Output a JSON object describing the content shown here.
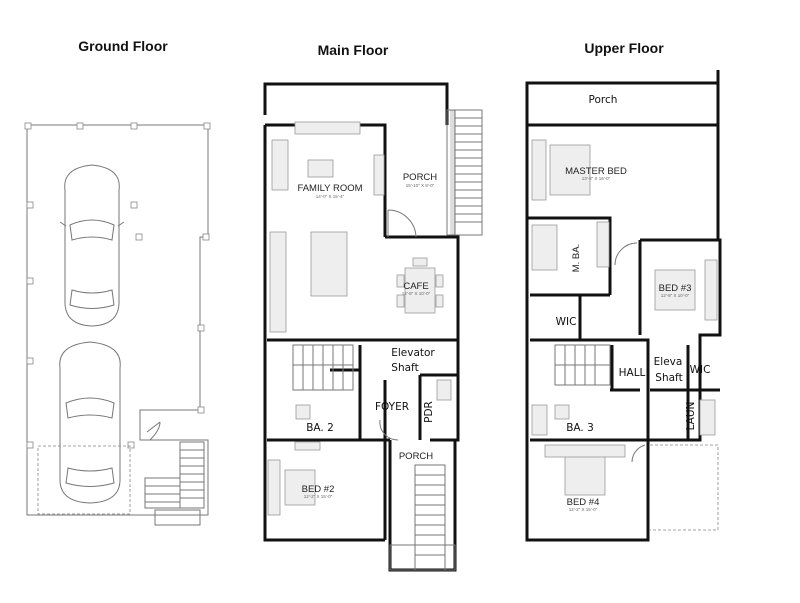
{
  "ground_floor": {
    "title": "Ground Floor"
  },
  "main_floor": {
    "title": "Main Floor",
    "rooms": {
      "family_room": {
        "label": "FAMILY ROOM",
        "dims": "14'-0\" X 15'-4\""
      },
      "porch_top": {
        "label": "PORCH",
        "dims": "15'-10\" X 8'-0\""
      },
      "cafe": {
        "label": "CAFE",
        "dims": "12'-8\" X 10'-0\""
      },
      "elevator": {
        "line1": "Elevator",
        "line2": "Shaft"
      },
      "foyer": {
        "label": "FOYER"
      },
      "pdr": {
        "label": "PDR"
      },
      "bath2": {
        "label": "BA. 2"
      },
      "bed2": {
        "label": "BED #2",
        "dims": "12'-2\" X 15'-0\""
      },
      "porch_bottom": {
        "label": "PORCH"
      }
    }
  },
  "upper_floor": {
    "title": "Upper Floor",
    "rooms": {
      "porch": {
        "label": "Porch"
      },
      "master_bed": {
        "label": "MASTER BED",
        "dims": "13'-8\" X 16'-0\""
      },
      "master_bath": {
        "label": "M. BA."
      },
      "bed3": {
        "label": "BED #3",
        "dims": "12'-8\" X 10'-0\""
      },
      "wic1": {
        "label": "WIC"
      },
      "wic2": {
        "label": "WIC"
      },
      "hall": {
        "label": "HALL"
      },
      "elevator": {
        "line1": "Eleva",
        "line2": "Shaft"
      },
      "laundry": {
        "label": "LAUN"
      },
      "bath3": {
        "label": "BA. 3"
      },
      "bed4": {
        "label": "BED #4",
        "dims": "12'-2\" X 15'-0\""
      }
    }
  }
}
